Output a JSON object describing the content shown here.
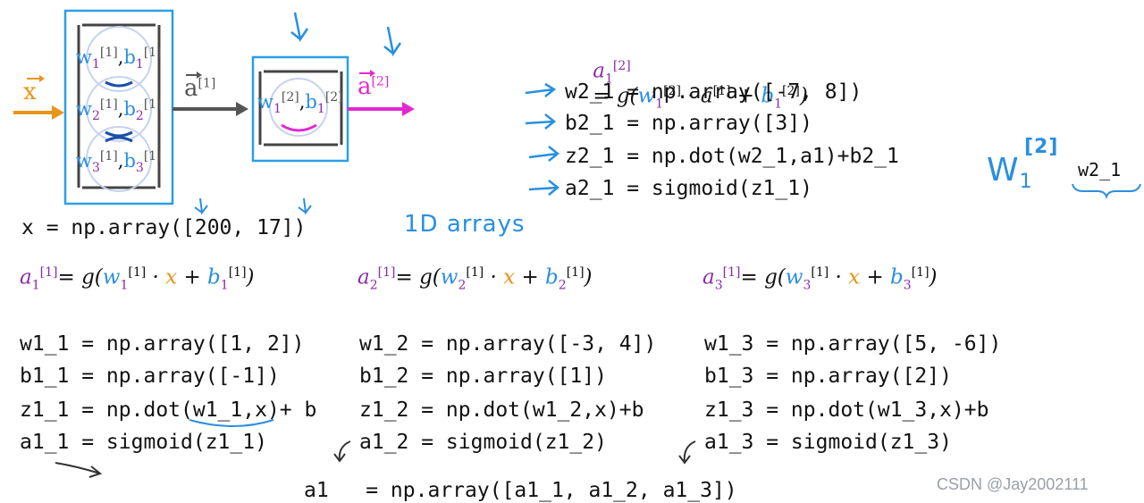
{
  "diagram": {
    "input_label": "x",
    "layer1_out_label": "a",
    "layer1_out_sup": "[1]",
    "layer2_out_label": "a",
    "layer2_out_sup": "[2]",
    "neuron_sup": "[1]",
    "neuron_sup2": "[2]",
    "n1": {
      "w": "w",
      "wsub": "1",
      "b": "b",
      "bsub": "1"
    },
    "n2": {
      "w": "w",
      "wsub": "2",
      "b": "b",
      "bsub": "2"
    },
    "n3": {
      "w": "w",
      "wsub": "3",
      "b": "b",
      "bsub": "3"
    },
    "n4": {
      "w": "w",
      "wsub": "1",
      "b": "b",
      "bsub": "1"
    }
  },
  "top_eq": {
    "lhs": "a",
    "lhs_sub": "1",
    "lhs_sup": "[2]",
    "body": "= g(",
    "w": "w",
    "w_sub": "1",
    "w_sup": "[2]",
    "dot": " · ",
    "a": "a",
    "a_sup": "[1]",
    "plus": " + ",
    "b": "b",
    "b_sub": "1",
    "b_sup": "[2]",
    "close": ")"
  },
  "layer2_code": [
    "w2_1 = np.array([-7, 8])",
    "b2_1 = np.array([3])",
    "z2_1 = np.dot(w2_1,a1)+b2_1",
    "a2_1 = sigmoid(z1_1)"
  ],
  "note_w": {
    "letter": "W",
    "sub": "1",
    "sup": "[2]",
    "code": "w2_1"
  },
  "x_line": "x = np.array([200, 17])",
  "note_1d": "1D arrays",
  "eqs": [
    {
      "lhs": "a",
      "sub": "1",
      "sup": "[1]",
      "eq": "= g(",
      "w": "w",
      "wsub": "1",
      "wsup": "[1]",
      "dot": " · ",
      "x": "x",
      "plus": " + ",
      "b": "b",
      "bsub": "1",
      "bsup": "[1]",
      "close": ")"
    },
    {
      "lhs": "a",
      "sub": "2",
      "sup": "[1]",
      "eq": "= g(",
      "w": "w",
      "wsub": "2",
      "wsup": "[1]",
      "dot": " · ",
      "x": "x",
      "plus": " + ",
      "b": "b",
      "bsub": "2",
      "bsup": "[1]",
      "close": ")"
    },
    {
      "lhs": "a",
      "sub": "3",
      "sup": "[1]",
      "eq": "= g(",
      "w": "w",
      "wsub": "3",
      "wsup": "[1]",
      "dot": " · ",
      "x": "x",
      "plus": " + ",
      "b": "b",
      "bsub": "3",
      "bsup": "[1]",
      "close": ")"
    }
  ],
  "code_cols": [
    [
      "w1_1 = np.array([1, 2])",
      "b1_1 = np.array([-1])",
      "z1_1 = np.dot(w1_1,x)+ b",
      "a1_1 = sigmoid(z1_1)"
    ],
    [
      "w1_2 = np.array([-3, 4])",
      "b1_2 = np.array([1])",
      "z1_2 = np.dot(w1_2,x)+b",
      "a1_2 = sigmoid(z1_2)"
    ],
    [
      "w1_3 = np.array([5, -6])",
      "b1_3 = np.array([2])",
      "z1_3 = np.dot(w1_3,x)+b",
      "a1_3 = sigmoid(z1_3)"
    ]
  ],
  "a1_line": "a1   = np.array([a1_1, a1_2, a1_3])",
  "watermark": "CSDN @Jay2002111",
  "colors": {
    "orange": "#e8941b",
    "blue": "#2a8fe0",
    "purple": "#8a2aa8",
    "magenta": "#e02ad0",
    "gray": "#555555"
  }
}
